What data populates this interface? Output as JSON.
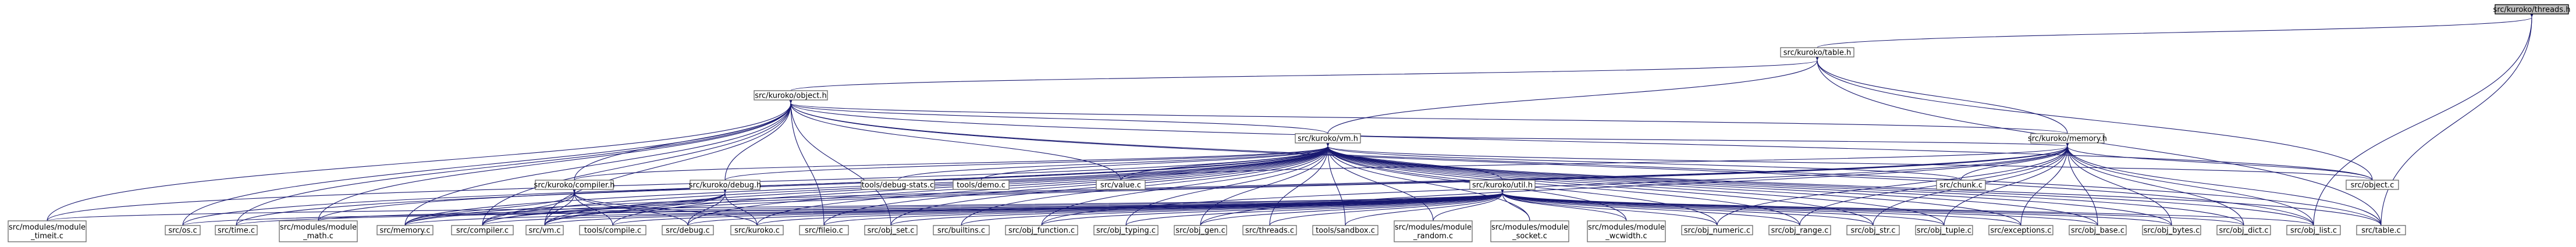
{
  "graph": {
    "edge_color": "#191970",
    "root_fill": "#bfbfbf",
    "nodes": [
      {
        "id": "threads_h",
        "lines": [
          "src/kuroko/threads.h"
        ],
        "root": true
      },
      {
        "id": "table_h",
        "lines": [
          "src/kuroko/table.h"
        ]
      },
      {
        "id": "object_h",
        "lines": [
          "src/kuroko/object.h"
        ]
      },
      {
        "id": "memory_h",
        "lines": [
          "src/kuroko/memory.h"
        ]
      },
      {
        "id": "vm_h",
        "lines": [
          "src/kuroko/vm.h"
        ]
      },
      {
        "id": "compiler_h",
        "lines": [
          "src/kuroko/compiler.h"
        ]
      },
      {
        "id": "debug_h",
        "lines": [
          "src/kuroko/debug.h"
        ]
      },
      {
        "id": "debug_stats",
        "lines": [
          "tools/debug-stats.c"
        ]
      },
      {
        "id": "demo_c",
        "lines": [
          "tools/demo.c"
        ]
      },
      {
        "id": "value_c",
        "lines": [
          "src/value.c"
        ]
      },
      {
        "id": "util_h",
        "lines": [
          "src/kuroko/util.h"
        ]
      },
      {
        "id": "chunk_c",
        "lines": [
          "src/chunk.c"
        ]
      },
      {
        "id": "object_c",
        "lines": [
          "src/object.c"
        ]
      },
      {
        "id": "mod_timeit",
        "lines": [
          "src/modules/module",
          "_timeit.c"
        ]
      },
      {
        "id": "os_c",
        "lines": [
          "src/os.c"
        ]
      },
      {
        "id": "time_c",
        "lines": [
          "src/time.c"
        ]
      },
      {
        "id": "mod_math",
        "lines": [
          "src/modules/module",
          "_math.c"
        ]
      },
      {
        "id": "memory_c",
        "lines": [
          "src/memory.c"
        ]
      },
      {
        "id": "compiler_c",
        "lines": [
          "src/compiler.c"
        ]
      },
      {
        "id": "vm_c",
        "lines": [
          "src/vm.c"
        ]
      },
      {
        "id": "tools_compile",
        "lines": [
          "tools/compile.c"
        ]
      },
      {
        "id": "debug_c",
        "lines": [
          "src/debug.c"
        ]
      },
      {
        "id": "kuroko_c",
        "lines": [
          "src/kuroko.c"
        ]
      },
      {
        "id": "fileio_c",
        "lines": [
          "src/fileio.c"
        ]
      },
      {
        "id": "obj_set",
        "lines": [
          "src/obj_set.c"
        ]
      },
      {
        "id": "builtins_c",
        "lines": [
          "src/builtins.c"
        ]
      },
      {
        "id": "obj_function",
        "lines": [
          "src/obj_function.c"
        ]
      },
      {
        "id": "obj_typing",
        "lines": [
          "src/obj_typing.c"
        ]
      },
      {
        "id": "obj_gen",
        "lines": [
          "src/obj_gen.c"
        ]
      },
      {
        "id": "threads_c",
        "lines": [
          "src/threads.c"
        ]
      },
      {
        "id": "sandbox_c",
        "lines": [
          "tools/sandbox.c"
        ]
      },
      {
        "id": "mod_random",
        "lines": [
          "src/modules/module",
          "_random.c"
        ]
      },
      {
        "id": "mod_socket",
        "lines": [
          "src/modules/module",
          "_socket.c"
        ]
      },
      {
        "id": "mod_wcwidth",
        "lines": [
          "src/modules/module",
          "_wcwidth.c"
        ]
      },
      {
        "id": "obj_numeric",
        "lines": [
          "src/obj_numeric.c"
        ]
      },
      {
        "id": "obj_range",
        "lines": [
          "src/obj_range.c"
        ]
      },
      {
        "id": "obj_str",
        "lines": [
          "src/obj_str.c"
        ]
      },
      {
        "id": "obj_tuple",
        "lines": [
          "src/obj_tuple.c"
        ]
      },
      {
        "id": "exceptions_c",
        "lines": [
          "src/exceptions.c"
        ]
      },
      {
        "id": "obj_base",
        "lines": [
          "src/obj_base.c"
        ]
      },
      {
        "id": "obj_bytes",
        "lines": [
          "src/obj_bytes.c"
        ]
      },
      {
        "id": "obj_dict",
        "lines": [
          "src/obj_dict.c"
        ]
      },
      {
        "id": "obj_list",
        "lines": [
          "src/obj_list.c"
        ]
      },
      {
        "id": "table_c",
        "lines": [
          "src/table.c"
        ]
      }
    ],
    "edges": [
      [
        "threads_h",
        "table_h"
      ],
      [
        "threads_h",
        "obj_list"
      ],
      [
        "threads_h",
        "table_c"
      ],
      [
        "table_h",
        "object_h"
      ],
      [
        "table_h",
        "vm_h"
      ],
      [
        "table_h",
        "memory_h"
      ],
      [
        "table_h",
        "object_c"
      ],
      [
        "table_h",
        "table_c"
      ],
      [
        "object_h",
        "vm_h"
      ],
      [
        "object_h",
        "memory_h"
      ],
      [
        "object_h",
        "compiler_h"
      ],
      [
        "object_h",
        "debug_h"
      ],
      [
        "object_h",
        "value_c"
      ],
      [
        "object_h",
        "object_c"
      ],
      [
        "object_h",
        "mod_timeit"
      ],
      [
        "object_h",
        "os_c"
      ],
      [
        "object_h",
        "time_c"
      ],
      [
        "object_h",
        "mod_math"
      ],
      [
        "object_h",
        "memory_c"
      ],
      [
        "object_h",
        "compiler_c"
      ],
      [
        "object_h",
        "vm_c"
      ],
      [
        "object_h",
        "fileio_c"
      ],
      [
        "object_h",
        "obj_set"
      ],
      [
        "object_h",
        "table_c"
      ],
      [
        "object_h",
        "obj_list"
      ],
      [
        "memory_h",
        "vm_h"
      ],
      [
        "memory_h",
        "chunk_c"
      ],
      [
        "memory_h",
        "object_c"
      ],
      [
        "memory_h",
        "memory_c"
      ],
      [
        "memory_h",
        "compiler_c"
      ],
      [
        "memory_h",
        "vm_c"
      ],
      [
        "memory_h",
        "obj_gen"
      ],
      [
        "memory_h",
        "obj_str"
      ],
      [
        "memory_h",
        "obj_tuple"
      ],
      [
        "memory_h",
        "exceptions_c"
      ],
      [
        "memory_h",
        "obj_base"
      ],
      [
        "memory_h",
        "obj_bytes"
      ],
      [
        "memory_h",
        "obj_dict"
      ],
      [
        "memory_h",
        "obj_list"
      ],
      [
        "memory_h",
        "table_c"
      ],
      [
        "memory_h",
        "value_c"
      ],
      [
        "memory_h",
        "obj_function"
      ],
      [
        "memory_h",
        "obj_range"
      ],
      [
        "memory_h",
        "obj_numeric"
      ],
      [
        "vm_h",
        "compiler_h"
      ],
      [
        "vm_h",
        "debug_h"
      ],
      [
        "vm_h",
        "debug_stats"
      ],
      [
        "vm_h",
        "demo_c"
      ],
      [
        "vm_h",
        "value_c"
      ],
      [
        "vm_h",
        "util_h"
      ],
      [
        "vm_h",
        "chunk_c"
      ],
      [
        "vm_h",
        "object_c"
      ],
      [
        "vm_h",
        "mod_timeit"
      ],
      [
        "vm_h",
        "os_c"
      ],
      [
        "vm_h",
        "time_c"
      ],
      [
        "vm_h",
        "mod_math"
      ],
      [
        "vm_h",
        "memory_c"
      ],
      [
        "vm_h",
        "compiler_c"
      ],
      [
        "vm_h",
        "vm_c"
      ],
      [
        "vm_h",
        "tools_compile"
      ],
      [
        "vm_h",
        "debug_c"
      ],
      [
        "vm_h",
        "kuroko_c"
      ],
      [
        "vm_h",
        "fileio_c"
      ],
      [
        "vm_h",
        "obj_set"
      ],
      [
        "vm_h",
        "builtins_c"
      ],
      [
        "vm_h",
        "obj_function"
      ],
      [
        "vm_h",
        "obj_typing"
      ],
      [
        "vm_h",
        "obj_gen"
      ],
      [
        "vm_h",
        "threads_c"
      ],
      [
        "vm_h",
        "sandbox_c"
      ],
      [
        "vm_h",
        "mod_random"
      ],
      [
        "vm_h",
        "mod_socket"
      ],
      [
        "vm_h",
        "mod_wcwidth"
      ],
      [
        "vm_h",
        "obj_numeric"
      ],
      [
        "vm_h",
        "obj_range"
      ],
      [
        "vm_h",
        "obj_str"
      ],
      [
        "vm_h",
        "obj_tuple"
      ],
      [
        "vm_h",
        "exceptions_c"
      ],
      [
        "vm_h",
        "obj_base"
      ],
      [
        "vm_h",
        "obj_bytes"
      ],
      [
        "vm_h",
        "obj_dict"
      ],
      [
        "vm_h",
        "obj_list"
      ],
      [
        "vm_h",
        "table_c"
      ],
      [
        "compiler_h",
        "memory_c"
      ],
      [
        "compiler_h",
        "compiler_c"
      ],
      [
        "compiler_h",
        "vm_c"
      ],
      [
        "compiler_h",
        "tools_compile"
      ],
      [
        "compiler_h",
        "debug_c"
      ],
      [
        "compiler_h",
        "kuroko_c"
      ],
      [
        "debug_h",
        "memory_c"
      ],
      [
        "debug_h",
        "compiler_c"
      ],
      [
        "debug_h",
        "vm_c"
      ],
      [
        "debug_h",
        "debug_c"
      ],
      [
        "debug_h",
        "kuroko_c"
      ],
      [
        "util_h",
        "mod_timeit"
      ],
      [
        "util_h",
        "os_c"
      ],
      [
        "util_h",
        "time_c"
      ],
      [
        "util_h",
        "mod_math"
      ],
      [
        "util_h",
        "memory_c"
      ],
      [
        "util_h",
        "compiler_c"
      ],
      [
        "util_h",
        "vm_c"
      ],
      [
        "util_h",
        "tools_compile"
      ],
      [
        "util_h",
        "debug_c"
      ],
      [
        "util_h",
        "kuroko_c"
      ],
      [
        "util_h",
        "fileio_c"
      ],
      [
        "util_h",
        "obj_set"
      ],
      [
        "util_h",
        "builtins_c"
      ],
      [
        "util_h",
        "obj_function"
      ],
      [
        "util_h",
        "obj_typing"
      ],
      [
        "util_h",
        "obj_gen"
      ],
      [
        "util_h",
        "threads_c"
      ],
      [
        "util_h",
        "sandbox_c"
      ],
      [
        "util_h",
        "mod_random"
      ],
      [
        "util_h",
        "mod_socket"
      ],
      [
        "util_h",
        "mod_wcwidth"
      ],
      [
        "util_h",
        "obj_numeric"
      ],
      [
        "util_h",
        "obj_range"
      ],
      [
        "util_h",
        "obj_str"
      ],
      [
        "util_h",
        "obj_tuple"
      ],
      [
        "util_h",
        "exceptions_c"
      ],
      [
        "util_h",
        "obj_base"
      ],
      [
        "util_h",
        "obj_bytes"
      ],
      [
        "util_h",
        "obj_dict"
      ],
      [
        "util_h",
        "obj_list"
      ]
    ]
  }
}
